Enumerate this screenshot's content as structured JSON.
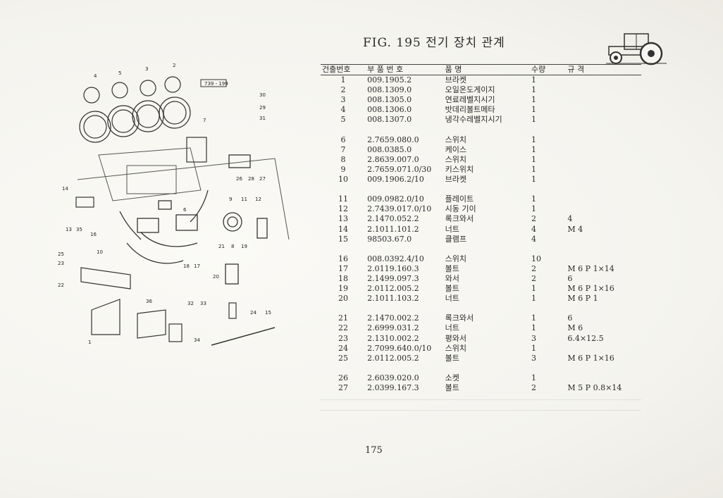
{
  "figure": {
    "title": "FIG. 195 전기 장치 관계",
    "ref_box": "739 - 199"
  },
  "page_number": "175",
  "table": {
    "headers": [
      "건출번호",
      "부 품 번 호",
      "품 명",
      "수량",
      "규 격"
    ],
    "groups": [
      [
        {
          "no": "1",
          "pn": "009.1905.2",
          "name": "브라켓",
          "qty": "1",
          "spec": ""
        },
        {
          "no": "2",
          "pn": "008.1309.0",
          "name": "오일온도게이지",
          "qty": "1",
          "spec": ""
        },
        {
          "no": "3",
          "pn": "008.1305.0",
          "name": "연료레벨지시기",
          "qty": "1",
          "spec": ""
        },
        {
          "no": "4",
          "pn": "008.1306.0",
          "name": "밧데리볼트메타",
          "qty": "1",
          "spec": ""
        },
        {
          "no": "5",
          "pn": "008.1307.0",
          "name": "냉각수레벨지시기",
          "qty": "1",
          "spec": ""
        }
      ],
      [
        {
          "no": "6",
          "pn": "2.7659.080.0",
          "name": "스위치",
          "qty": "1",
          "spec": ""
        },
        {
          "no": "7",
          "pn": "008.0385.0",
          "name": "케이스",
          "qty": "1",
          "spec": ""
        },
        {
          "no": "8",
          "pn": "2.8639.007.0",
          "name": "스위치",
          "qty": "1",
          "spec": ""
        },
        {
          "no": "9",
          "pn": "2.7659.071.0/30",
          "name": "키스위치",
          "qty": "1",
          "spec": ""
        },
        {
          "no": "10",
          "pn": "009.1906.2/10",
          "name": "브라켓",
          "qty": "1",
          "spec": ""
        }
      ],
      [
        {
          "no": "11",
          "pn": "009.0982.0/10",
          "name": "플레이트",
          "qty": "1",
          "spec": ""
        },
        {
          "no": "12",
          "pn": "2.7439.017.0/10",
          "name": "시동 기이",
          "qty": "1",
          "spec": ""
        },
        {
          "no": "13",
          "pn": "2.1470.052.2",
          "name": "록크와서",
          "qty": "2",
          "spec": "4"
        },
        {
          "no": "14",
          "pn": "2.1011.101.2",
          "name": "너트",
          "qty": "4",
          "spec": "M 4"
        },
        {
          "no": "15",
          "pn": "98503.67.0",
          "name": "클램프",
          "qty": "4",
          "spec": ""
        }
      ],
      [
        {
          "no": "16",
          "pn": "008.0392.4/10",
          "name": "스위치",
          "qty": "10",
          "spec": ""
        },
        {
          "no": "17",
          "pn": "2.0119.160.3",
          "name": "볼트",
          "qty": "2",
          "spec": "M 6 P 1×14"
        },
        {
          "no": "18",
          "pn": "2.1499.097.3",
          "name": "와서",
          "qty": "2",
          "spec": "6"
        },
        {
          "no": "19",
          "pn": "2.0112.005.2",
          "name": "볼트",
          "qty": "1",
          "spec": "M 6 P 1×16"
        },
        {
          "no": "20",
          "pn": "2.1011.103.2",
          "name": "너트",
          "qty": "1",
          "spec": "M 6 P 1"
        }
      ],
      [
        {
          "no": "21",
          "pn": "2.1470.002.2",
          "name": "록크와서",
          "qty": "1",
          "spec": "6"
        },
        {
          "no": "22",
          "pn": "2.6999.031.2",
          "name": "너트",
          "qty": "1",
          "spec": "M 6"
        },
        {
          "no": "23",
          "pn": "2.1310.002.2",
          "name": "평와서",
          "qty": "3",
          "spec": "6.4×12.5"
        },
        {
          "no": "24",
          "pn": "2.7099.640.0/10",
          "name": "스위치",
          "qty": "1",
          "spec": ""
        },
        {
          "no": "25",
          "pn": "2.0112.005.2",
          "name": "볼트",
          "qty": "3",
          "spec": "M 6 P 1×16"
        }
      ],
      [
        {
          "no": "26",
          "pn": "2.6039.020.0",
          "name": "소켓",
          "qty": "1",
          "spec": ""
        },
        {
          "no": "27",
          "pn": "2.0399.167.3",
          "name": "볼트",
          "qty": "2",
          "spec": "M 5 P 0.8×14"
        }
      ]
    ]
  },
  "callouts": [
    "1",
    "2",
    "3",
    "4",
    "5",
    "6",
    "7",
    "8",
    "9",
    "10",
    "11",
    "12",
    "13",
    "14",
    "15",
    "16",
    "17",
    "18",
    "19",
    "20",
    "21",
    "22",
    "23",
    "24",
    "25",
    "26",
    "27",
    "28",
    "29",
    "30",
    "31",
    "32",
    "33",
    "34",
    "35",
    "36"
  ]
}
